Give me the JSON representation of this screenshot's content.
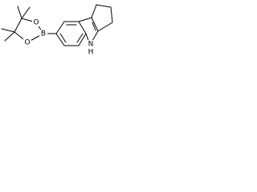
{
  "molecule": {
    "atom_labels": {
      "boron": "B",
      "oxygen_top": "O",
      "oxygen_bottom": "O",
      "nitrogen": "N",
      "hydrogen": "H"
    }
  }
}
